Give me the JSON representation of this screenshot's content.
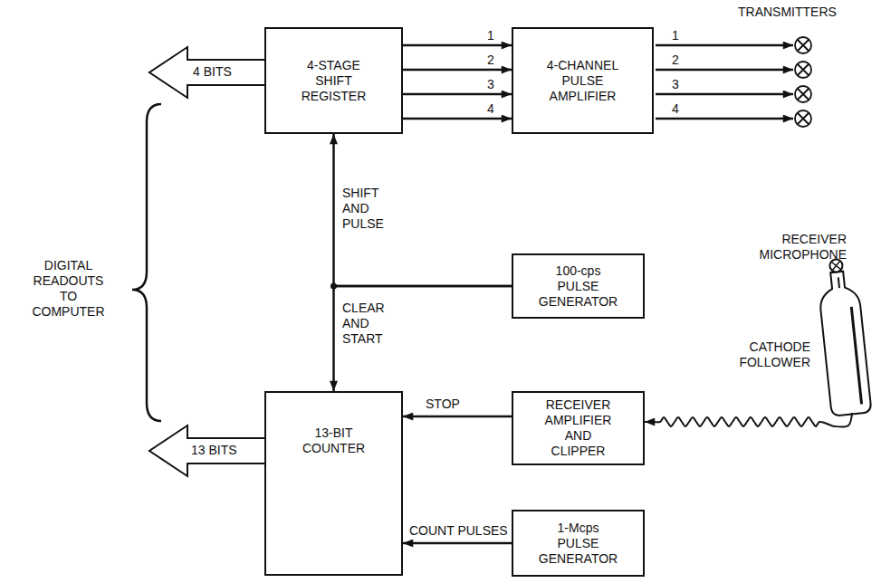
{
  "diagram": {
    "nodes": [
      {
        "text": [
          "4-STAGE SHIFT REGISTER"
        ]
      },
      {
        "text": [
          "4-CHANNEL PULSE AMPLIFIER"
        ]
      },
      {
        "text": [
          "100-cps PULSE GENERATOR"
        ]
      },
      {
        "text": [
          "RECEIVER AMPLIFIER AND CLIPPER"
        ]
      },
      {
        "text": [
          "13-BIT COUNTER"
        ]
      },
      {
        "text": [
          "1-Mcps PULSE GENERATOR"
        ]
      }
    ],
    "edges": [
      {
        "from": 0,
        "to": 1,
        "label": "1",
        "arrow": "to"
      },
      {
        "from": 0,
        "to": 1,
        "label": "2",
        "arrow": "to"
      },
      {
        "from": 0,
        "to": 1,
        "label": "3",
        "arrow": "to"
      },
      {
        "from": 0,
        "to": 1,
        "label": "4",
        "arrow": "to"
      },
      {
        "from": 2,
        "to": 0,
        "label": "SHIFT AND PULSE",
        "arrow": "to"
      },
      {
        "from": 2,
        "to": 4,
        "label": "CLEAR AND START",
        "arrow": "to"
      },
      {
        "from": 3,
        "to": 4,
        "label": "STOP",
        "arrow": "to"
      },
      {
        "from": 5,
        "to": 4,
        "label": "COUNT PULSES",
        "arrow": "to"
      }
    ],
    "labels": [
      "TRANSMITTERS",
      "1",
      "2",
      "3",
      "4",
      "RECEIVER MICROPHONE",
      "CATHODE FOLLOWER",
      "DIGITAL READOUTS TO COMPUTER",
      "4 BITS",
      "13 BITS"
    ]
  }
}
